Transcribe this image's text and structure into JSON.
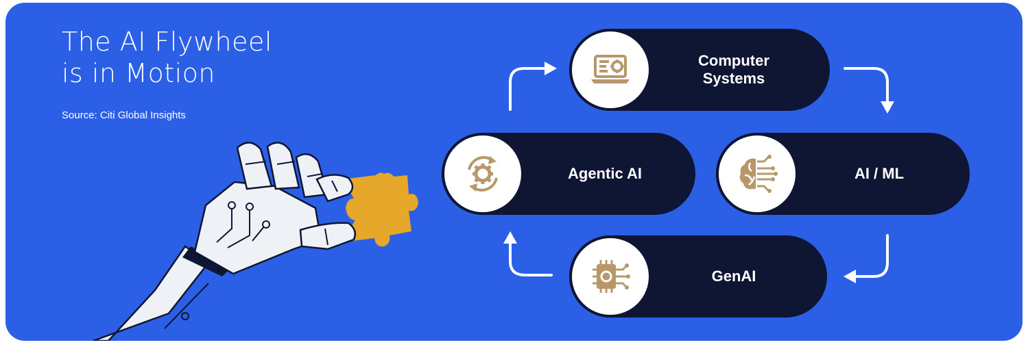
{
  "header": {
    "title": "The AI Flywheel\nis in Motion",
    "source": "Source: Citi Global Insights"
  },
  "nodes": [
    {
      "key": "computer-systems",
      "label": "Computer\nSystems",
      "icon": "laptop-gear-icon"
    },
    {
      "key": "agentic-ai",
      "label": "Agentic AI",
      "icon": "cycle-gear-icon"
    },
    {
      "key": "ai-ml",
      "label": "AI / ML",
      "icon": "brain-circuit-icon"
    },
    {
      "key": "genai",
      "label": "GenAI",
      "icon": "chip-gear-icon"
    }
  ],
  "flow": [
    "GenAI",
    "Agentic AI",
    "Computer Systems",
    "AI / ML",
    "GenAI"
  ],
  "illustration": {
    "subject": "robot-hand-holding-puzzle-piece"
  },
  "colors": {
    "background": "#2a5fe6",
    "pill": "#0f1633",
    "icon": "#b8976a",
    "puzzle": "#e6a82a",
    "text": "#ffffff"
  }
}
